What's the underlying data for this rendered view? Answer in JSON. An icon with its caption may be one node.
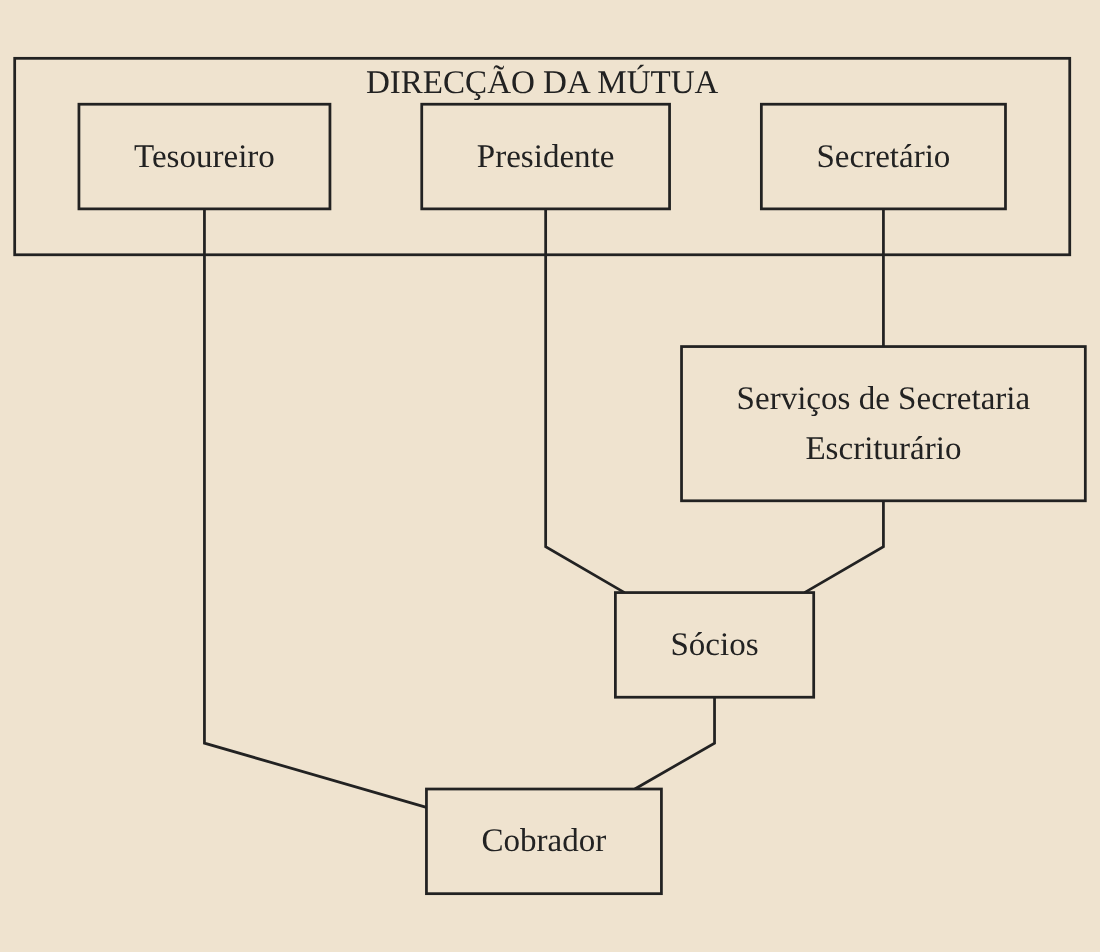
{
  "diagram": {
    "nodes": [
      {
        "text": [
          "DIRECÇÃO DA MÚTUA"
        ]
      },
      {
        "text": [
          "Secretário"
        ],
        "in": 0
      },
      {
        "text": [
          "Presidente"
        ],
        "in": 0
      },
      {
        "text": [
          "Tesoureiro"
        ],
        "in": 0
      },
      {
        "text": [
          "Serviços de Secretaria",
          "Escriturário"
        ]
      },
      {
        "text": [
          "Sócios"
        ]
      },
      {
        "text": [
          "Cobrador"
        ]
      }
    ],
    "edges": [
      {
        "from": 1,
        "to": 4,
        "arrow": "none"
      },
      {
        "from": 2,
        "to": 5,
        "arrow": "none"
      },
      {
        "from": 3,
        "to": 6,
        "arrow": "none"
      },
      {
        "from": 4,
        "to": 5,
        "arrow": "none"
      },
      {
        "from": 5,
        "to": 6,
        "arrow": "none"
      }
    ]
  }
}
